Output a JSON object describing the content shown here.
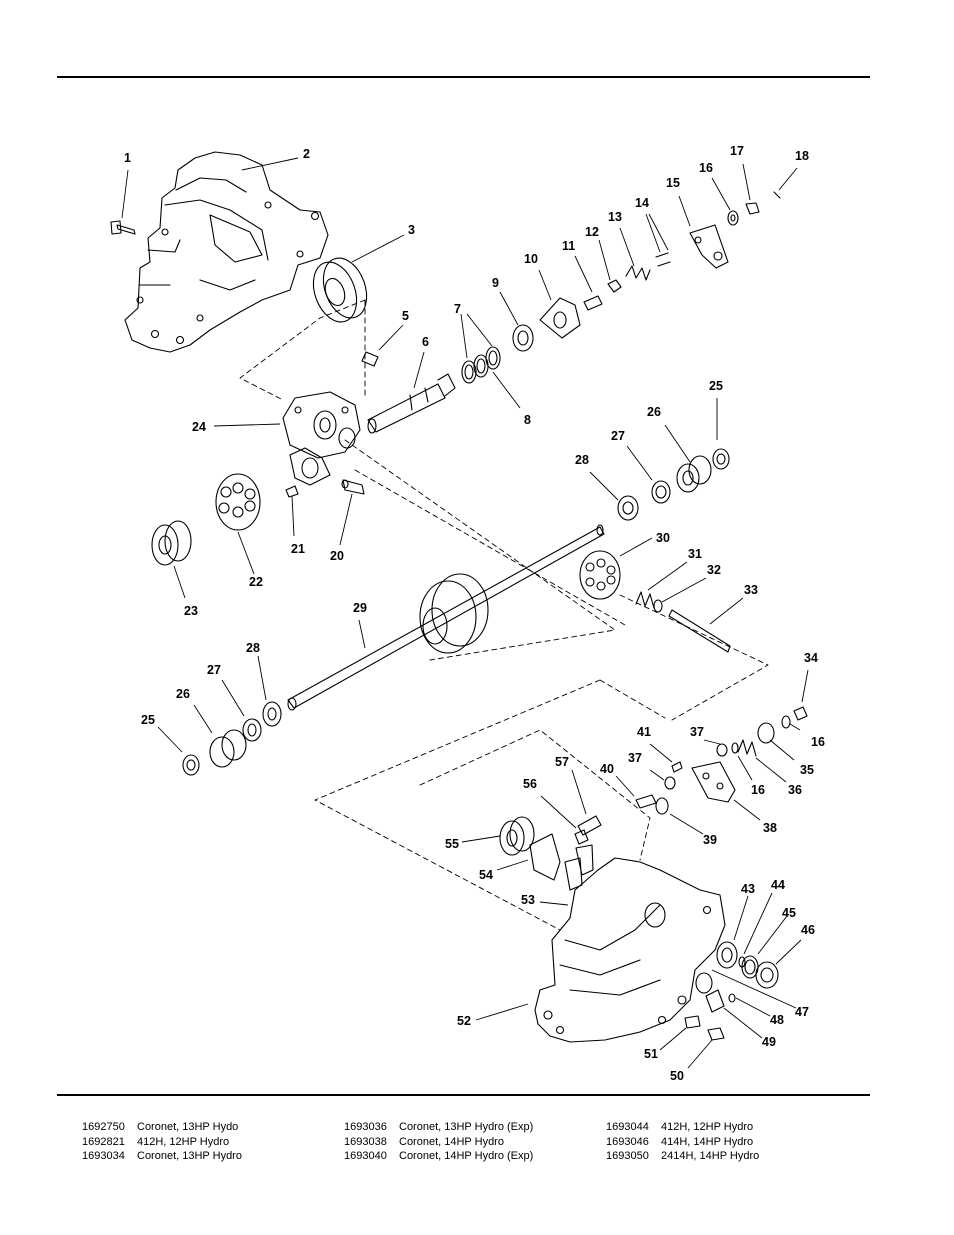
{
  "callouts": [
    {
      "id": "c1",
      "label": "1"
    },
    {
      "id": "c2",
      "label": "2"
    },
    {
      "id": "c3",
      "label": "3"
    },
    {
      "id": "c5",
      "label": "5"
    },
    {
      "id": "c6",
      "label": "6"
    },
    {
      "id": "c7",
      "label": "7"
    },
    {
      "id": "c8",
      "label": "8"
    },
    {
      "id": "c9",
      "label": "9"
    },
    {
      "id": "c10",
      "label": "10"
    },
    {
      "id": "c11",
      "label": "11"
    },
    {
      "id": "c12",
      "label": "12"
    },
    {
      "id": "c13",
      "label": "13"
    },
    {
      "id": "c14",
      "label": "14"
    },
    {
      "id": "c15",
      "label": "15"
    },
    {
      "id": "c16a",
      "label": "16"
    },
    {
      "id": "c17",
      "label": "17"
    },
    {
      "id": "c18",
      "label": "18"
    },
    {
      "id": "c24",
      "label": "24"
    },
    {
      "id": "c25a",
      "label": "25"
    },
    {
      "id": "c26a",
      "label": "26"
    },
    {
      "id": "c27a",
      "label": "27"
    },
    {
      "id": "c28a",
      "label": "28"
    },
    {
      "id": "c21",
      "label": "21"
    },
    {
      "id": "c20",
      "label": "20"
    },
    {
      "id": "c22",
      "label": "22"
    },
    {
      "id": "c23",
      "label": "23"
    },
    {
      "id": "c30",
      "label": "30"
    },
    {
      "id": "c31",
      "label": "31"
    },
    {
      "id": "c32",
      "label": "32"
    },
    {
      "id": "c33",
      "label": "33"
    },
    {
      "id": "c29",
      "label": "29"
    },
    {
      "id": "c28b",
      "label": "28"
    },
    {
      "id": "c27b",
      "label": "27"
    },
    {
      "id": "c26b",
      "label": "26"
    },
    {
      "id": "c25b",
      "label": "25"
    },
    {
      "id": "c34",
      "label": "34"
    },
    {
      "id": "c41",
      "label": "41"
    },
    {
      "id": "c37a",
      "label": "37"
    },
    {
      "id": "c16b",
      "label": "16"
    },
    {
      "id": "c57",
      "label": "57"
    },
    {
      "id": "c37b",
      "label": "37"
    },
    {
      "id": "c35",
      "label": "35"
    },
    {
      "id": "c40",
      "label": "40"
    },
    {
      "id": "c16c",
      "label": "16"
    },
    {
      "id": "c36",
      "label": "36"
    },
    {
      "id": "c56",
      "label": "56"
    },
    {
      "id": "c38",
      "label": "38"
    },
    {
      "id": "c39",
      "label": "39"
    },
    {
      "id": "c55",
      "label": "55"
    },
    {
      "id": "c54",
      "label": "54"
    },
    {
      "id": "c43",
      "label": "43"
    },
    {
      "id": "c44",
      "label": "44"
    },
    {
      "id": "c45",
      "label": "45"
    },
    {
      "id": "c53",
      "label": "53"
    },
    {
      "id": "c46",
      "label": "46"
    },
    {
      "id": "c47",
      "label": "47"
    },
    {
      "id": "c52",
      "label": "52"
    },
    {
      "id": "c48",
      "label": "48"
    },
    {
      "id": "c49",
      "label": "49"
    },
    {
      "id": "c51",
      "label": "51"
    },
    {
      "id": "c50",
      "label": "50"
    }
  ],
  "models": [
    [
      {
        "number": "1692750",
        "name": "Coronet, 13HP Hydo"
      },
      {
        "number": "1692821",
        "name": "412H, 12HP Hydro"
      },
      {
        "number": "1693034",
        "name": "Coronet, 13HP Hydro"
      }
    ],
    [
      {
        "number": "1693036",
        "name": "Coronet, 13HP Hydro (Exp)"
      },
      {
        "number": "1693038",
        "name": "Coronet, 14HP Hydro"
      },
      {
        "number": "1693040",
        "name": "Coronet, 14HP Hydro (Exp)"
      }
    ],
    [
      {
        "number": "1693044",
        "name": "412H, 12HP Hydro"
      },
      {
        "number": "1693046",
        "name": "414H, 14HP Hydro"
      },
      {
        "number": "1693050",
        "name": "2414H, 14HP Hydro"
      }
    ]
  ]
}
